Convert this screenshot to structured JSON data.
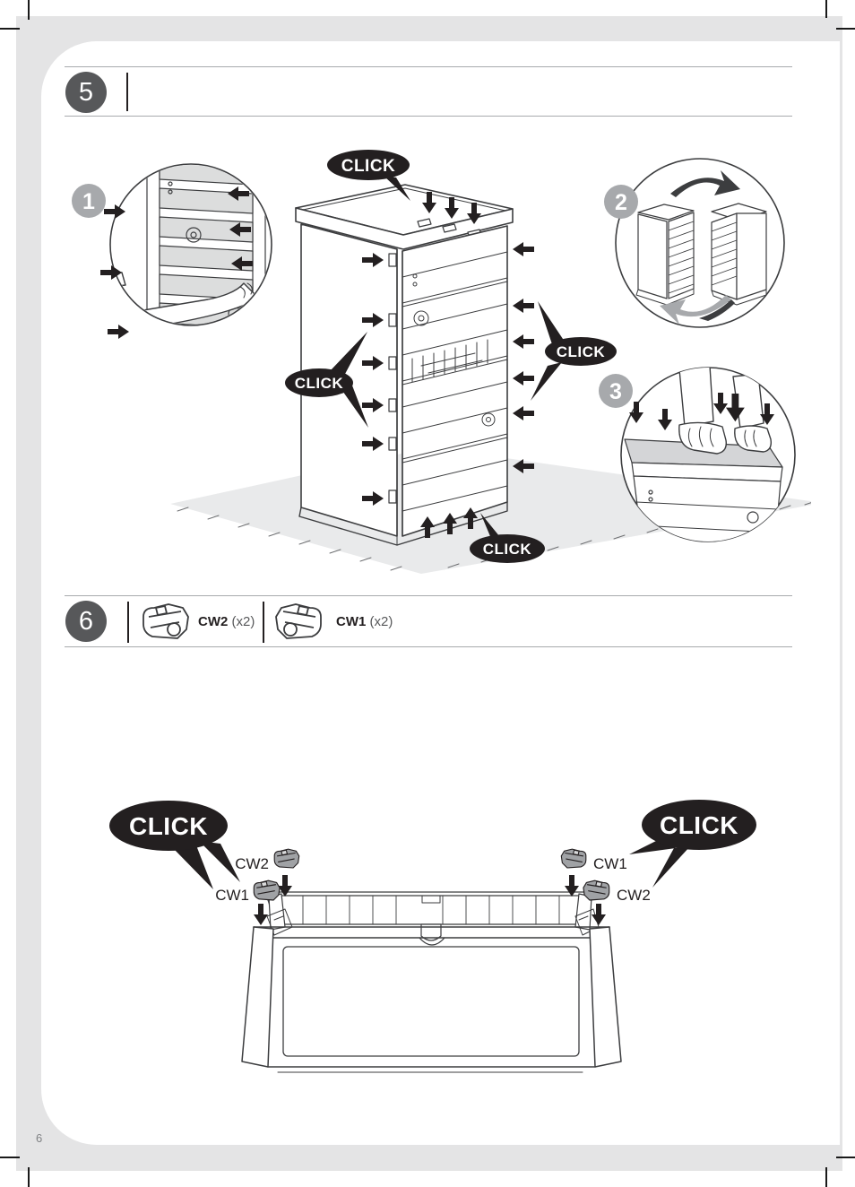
{
  "page": {
    "number": "6"
  },
  "colors": {
    "step_circle": "#57585a",
    "badge_gray": "#a7a9ac",
    "bubble_black": "#231f20",
    "line_ink": "#3c3d3f",
    "frame_gray": "#e4e4e5",
    "mat_gray": "#e9eaeb"
  },
  "step5": {
    "number": "5",
    "badge1": "1",
    "badge2": "2",
    "badge3": "3",
    "click_top": "CLICK",
    "click_left": "CLICK",
    "click_right": "CLICK",
    "click_bottom": "CLICK"
  },
  "step6": {
    "number": "6",
    "parts": [
      {
        "code": "CW2",
        "qty": "(x2)"
      },
      {
        "code": "CW1",
        "qty": "(x2)"
      }
    ],
    "diagram": {
      "click_left": "CLICK",
      "click_right": "CLICK",
      "left_top_label": "CW2",
      "left_bottom_label": "CW1",
      "right_top_label": "CW1",
      "right_bottom_label": "CW2"
    }
  }
}
